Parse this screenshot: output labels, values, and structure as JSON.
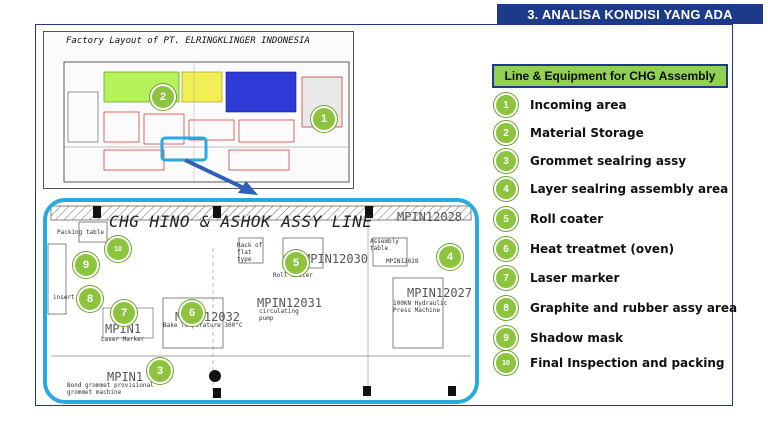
{
  "header": {
    "title": "3. ANALISA KONDISI YANG ADA"
  },
  "factory_layout": {
    "title": "Factory Layout of PT. ELRINGKLINGER INDONESIA",
    "badge_material": "2",
    "badge_incoming": "1"
  },
  "detail": {
    "line_title": "CHG HINO & ASHOK ASSY LINE",
    "labels": {
      "packing_table": "Packing table",
      "mpin12028": "MPIN12028",
      "mpin12028b": "MPIN12028",
      "mpin12030": "MPIN12030",
      "mpin12031": "MPIN12031",
      "mpin12032": "MPIN12032",
      "mpin12027": "MPIN12027",
      "mpin_laser": "MPIN1",
      "mpin_grommet": "MPIN1",
      "assembly_table": "Assembly table",
      "rack_flat": "Rack of flat type",
      "roll_coater": "Roll coater",
      "circulating_pump": "circulating pump",
      "hydraulic_press": "100KN Hydraulic Press Machine",
      "laser_marker": "Laser Marker",
      "bake_temp": "Bake Temperature 300°C",
      "bond_grommet": "Bond grommet provisional grommet machine",
      "insert_table": "insert table"
    },
    "badges": {
      "b10": "10",
      "b9": "9",
      "b8": "8",
      "b7": "7",
      "b6": "6",
      "b5": "5",
      "b4": "4",
      "b3": "3"
    }
  },
  "legend": {
    "header": "Line & Equipment for CHG Assembly",
    "items": [
      {
        "num": "1",
        "label": "Incoming area"
      },
      {
        "num": "2",
        "label": "Material Storage"
      },
      {
        "num": "3",
        "label": "Grommet sealring assy"
      },
      {
        "num": "4",
        "label": "Layer sealring assembly area"
      },
      {
        "num": "5",
        "label": "Roll coater"
      },
      {
        "num": "6",
        "label": "Heat treatmet (oven)"
      },
      {
        "num": "7",
        "label": "Laser marker"
      },
      {
        "num": "8",
        "label": "Graphite and rubber assy area"
      },
      {
        "num": "9",
        "label": "Shadow mask"
      },
      {
        "num": "10",
        "label": "Final Inspection and packing"
      }
    ]
  },
  "colors": {
    "accent_blue": "#1d3a8a",
    "highlight_cyan": "#29a9e0",
    "badge_green": "#8cc43e",
    "legend_green": "#92d050"
  }
}
